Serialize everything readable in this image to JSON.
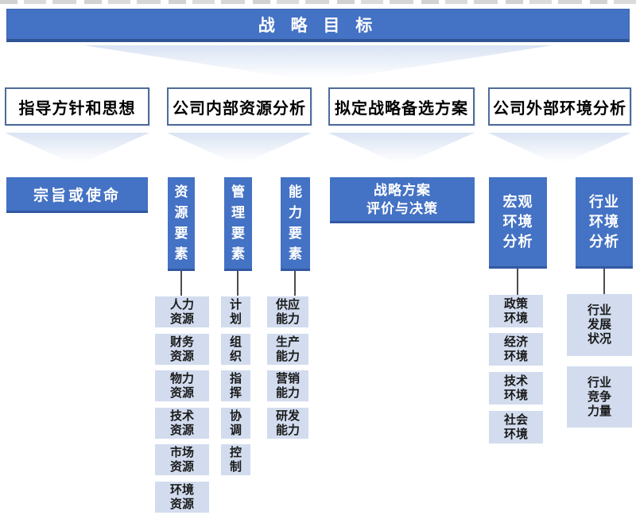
{
  "colors": {
    "blue": "#4472C4",
    "blue_dark": "#2F5597",
    "light_box": "#D2DCEE",
    "box_border": "#4F6B99",
    "tri": "#D9E3F3",
    "connector": "#4D4D4D",
    "text_dark": "#1A1A1A"
  },
  "banner": {
    "label": "战 略 目 标"
  },
  "row2": {
    "guideline": "指导方针和思想",
    "internal": "公司内部资源分析",
    "alternatives": "拟定战略备选方案",
    "external": "公司外部环境分析"
  },
  "mission": {
    "label": "宗旨或使命"
  },
  "pillars": [
    {
      "label": "资\n源\n要\n素"
    },
    {
      "label": "管\n理\n要\n素"
    },
    {
      "label": "能\n力\n要\n素"
    }
  ],
  "decision": {
    "label": "战略方案\n评价与决策"
  },
  "env": [
    {
      "label": "宏观\n环境\n分析"
    },
    {
      "label": "行业\n环境\n分析"
    }
  ],
  "columns": {
    "resource": [
      "人力\n资源",
      "财务\n资源",
      "物力\n资源",
      "技术\n资源",
      "市场\n资源",
      "环境\n资源"
    ],
    "management": [
      "计\n划",
      "组\n织",
      "指\n挥",
      "协\n调",
      "控\n制"
    ],
    "capability": [
      "供应\n能力",
      "生产\n能力",
      "营销\n能力",
      "研发\n能力"
    ],
    "macro": [
      "政策\n环境",
      "经济\n环境",
      "技术\n环境",
      "社会\n环境"
    ],
    "industry": [
      "行业\n发展\n状况",
      "行业\n竞争\n力量"
    ]
  }
}
